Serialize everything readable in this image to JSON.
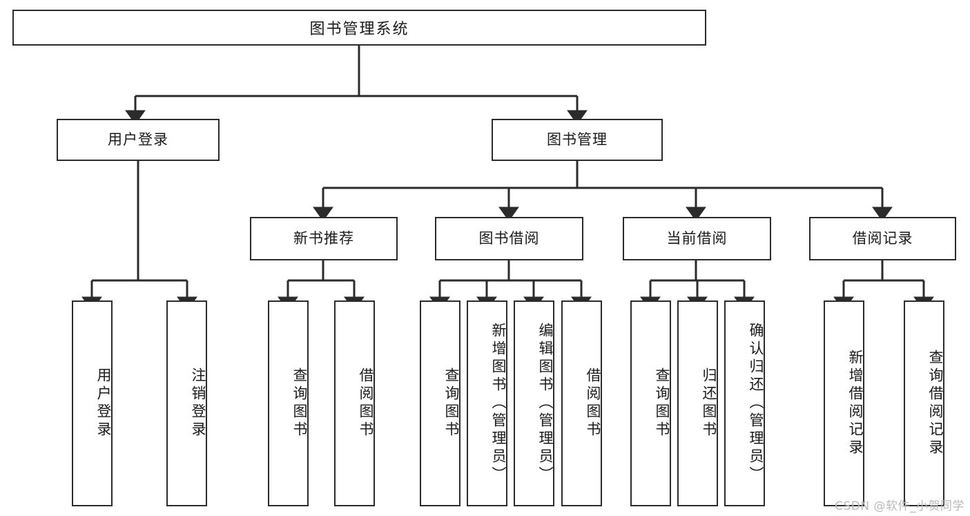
{
  "diagram": {
    "type": "tree",
    "title": "图书管理系统",
    "root": {
      "label": "图书管理系统"
    },
    "level2": [
      {
        "id": "user-login",
        "label": "用户登录"
      },
      {
        "id": "book-manage",
        "label": "图书管理"
      }
    ],
    "level3": [
      {
        "id": "new-book-recommend",
        "label": "新书推荐",
        "parent": "book-manage"
      },
      {
        "id": "book-borrow",
        "label": "图书借阅",
        "parent": "book-manage"
      },
      {
        "id": "current-borrow",
        "label": "当前借阅",
        "parent": "book-manage"
      },
      {
        "id": "borrow-record",
        "label": "借阅记录",
        "parent": "book-manage"
      }
    ],
    "leaves": [
      {
        "id": "leaf-1",
        "label": "用户登录",
        "parent": "user-login"
      },
      {
        "id": "leaf-2",
        "label": "注销登录",
        "parent": "user-login"
      },
      {
        "id": "leaf-3",
        "label": "查询图书",
        "parent": "new-book-recommend"
      },
      {
        "id": "leaf-4",
        "label": "借阅图书",
        "parent": "new-book-recommend"
      },
      {
        "id": "leaf-5",
        "label": "查询图书",
        "parent": "book-borrow"
      },
      {
        "id": "leaf-6",
        "label": "新增图书（管理员）",
        "parent": "book-borrow"
      },
      {
        "id": "leaf-7",
        "label": "编辑图书（管理员）",
        "parent": "book-borrow"
      },
      {
        "id": "leaf-8",
        "label": "借阅图书",
        "parent": "book-borrow"
      },
      {
        "id": "leaf-9",
        "label": "查询图书",
        "parent": "current-borrow"
      },
      {
        "id": "leaf-10",
        "label": "归还图书",
        "parent": "current-borrow"
      },
      {
        "id": "leaf-11",
        "label": "确认归还（管理员）",
        "parent": "current-borrow"
      },
      {
        "id": "leaf-12",
        "label": "新增借阅记录",
        "parent": "borrow-record"
      },
      {
        "id": "leaf-13",
        "label": "查询借阅记录",
        "parent": "borrow-record"
      }
    ],
    "colors": {
      "stroke": "#2b2b2b",
      "fill": "#ffffff",
      "text": "#1a1a1a",
      "watermark": "#b9b9b9"
    }
  },
  "watermark": {
    "text": "CSDN @软件_小贺同学"
  }
}
